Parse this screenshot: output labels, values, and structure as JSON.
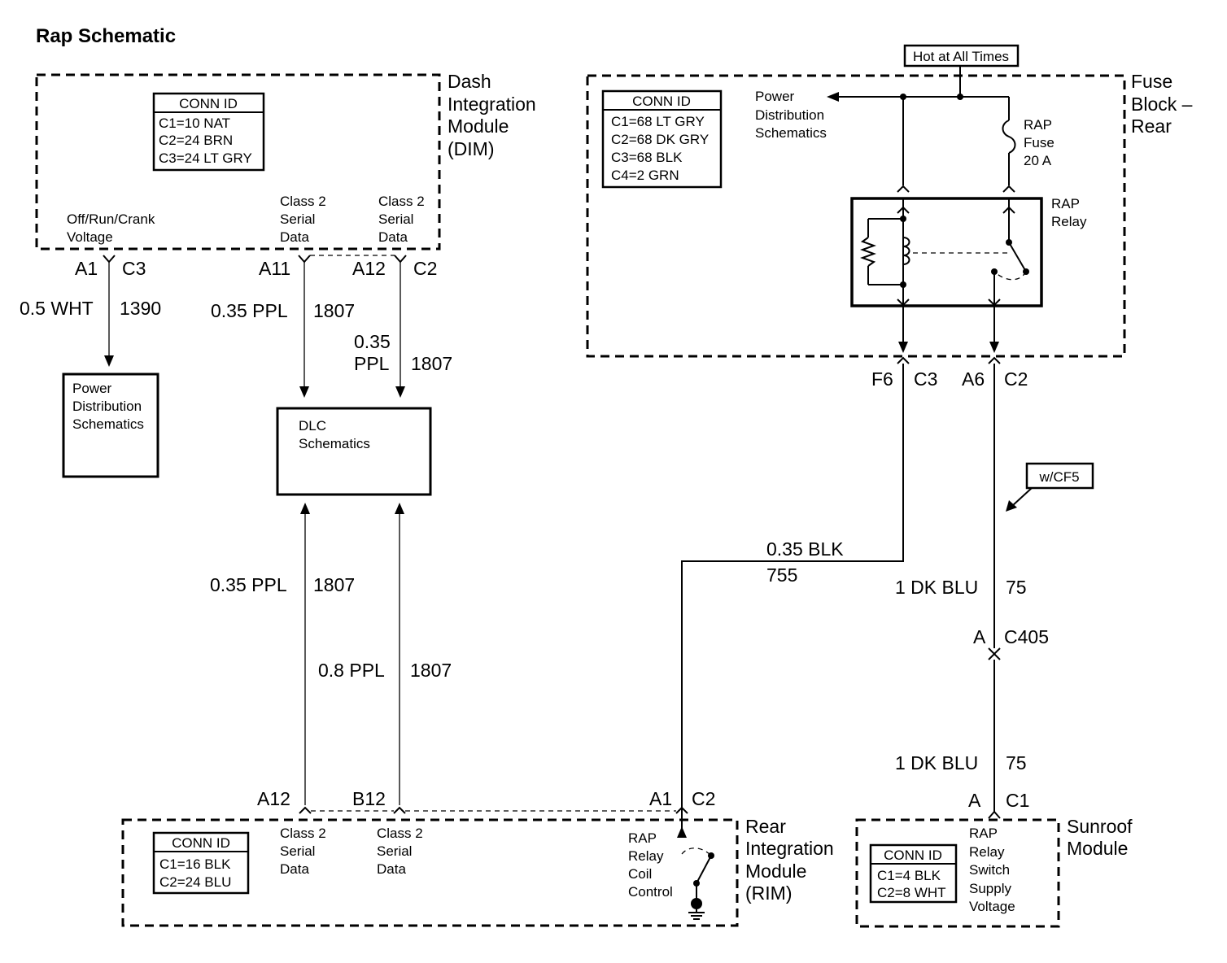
{
  "title": "Rap Schematic",
  "dim": {
    "name": [
      "Dash",
      "Integration",
      "Module",
      "(DIM)"
    ],
    "conn_id_header": "CONN ID",
    "conn_ids": [
      "C1=10 NAT",
      "C2=24 BRN",
      "C3=24 LT GRY"
    ],
    "pin_labels": {
      "ignition": [
        "Off/Run/Crank",
        "Voltage"
      ],
      "serial1": [
        "Class 2",
        "Serial",
        "Data"
      ],
      "serial2": [
        "Class 2",
        "Serial",
        "Data"
      ]
    },
    "connectors": {
      "a1": "A1",
      "c3": "C3",
      "a11": "A11",
      "a12": "A12",
      "c2": "C2"
    }
  },
  "fuse_block": {
    "name": [
      "Fuse",
      "Block –",
      "Rear"
    ],
    "conn_id_header": "CONN ID",
    "conn_ids": [
      "C1=68 LT GRY",
      "C2=68 DK GRY",
      "C3=68 BLK",
      "C4=2 GRN"
    ],
    "hot_label": "Hot at All Times",
    "power_dist": [
      "Power",
      "Distribution",
      "Schematics"
    ],
    "fuse": [
      "RAP",
      "Fuse",
      "20 A"
    ],
    "relay": [
      "RAP",
      "Relay"
    ],
    "connectors": {
      "f6": "F6",
      "c3": "C3",
      "a6": "A6",
      "c2": "C2"
    }
  },
  "wires": {
    "w1390_gauge": "0.5 WHT",
    "w1390_circuit": "1390",
    "w1807a_gauge": "0.35 PPL",
    "w1807a_circuit": "1807",
    "w1807b_gauge": [
      "0.35",
      "PPL"
    ],
    "w1807b_circuit": "1807",
    "w1807c_gauge": "0.35 PPL",
    "w1807c_circuit": "1807",
    "w1807d_gauge": "0.8 PPL",
    "w1807d_circuit": "1807",
    "w755_gauge": "0.35 BLK",
    "w755_circuit": "755",
    "w75a_gauge": "1 DK BLU",
    "w75a_circuit": "75",
    "w75b_gauge": "1 DK BLU",
    "w75b_circuit": "75"
  },
  "power_dist_box": [
    "Power",
    "Distribution",
    "Schematics"
  ],
  "dlc_box": [
    "DLC",
    "Schematics"
  ],
  "option_label": "w/CF5",
  "inline_conn": {
    "a": "A",
    "c405": "C405"
  },
  "rim": {
    "name": [
      "Rear",
      "Integration",
      "Module",
      "(RIM)"
    ],
    "conn_id_header": "CONN ID",
    "conn_ids": [
      "C1=16 BLK",
      "C2=24 BLU"
    ],
    "pin_labels": {
      "serial1": [
        "Class 2",
        "Serial",
        "Data"
      ],
      "serial2": [
        "Class 2",
        "Serial",
        "Data"
      ],
      "coil": [
        "RAP",
        "Relay",
        "Coil",
        "Control"
      ]
    },
    "connectors": {
      "a12": "A12",
      "b12": "B12",
      "a1": "A1",
      "c2": "C2"
    }
  },
  "sunroof": {
    "name": [
      "Sunroof",
      "Module"
    ],
    "conn_id_header": "CONN ID",
    "conn_ids": [
      "C1=4 BLK",
      "C2=8 WHT"
    ],
    "pin_label": [
      "RAP",
      "Relay",
      "Switch",
      "Supply",
      "Voltage"
    ],
    "connectors": {
      "a": "A",
      "c1": "C1"
    }
  }
}
